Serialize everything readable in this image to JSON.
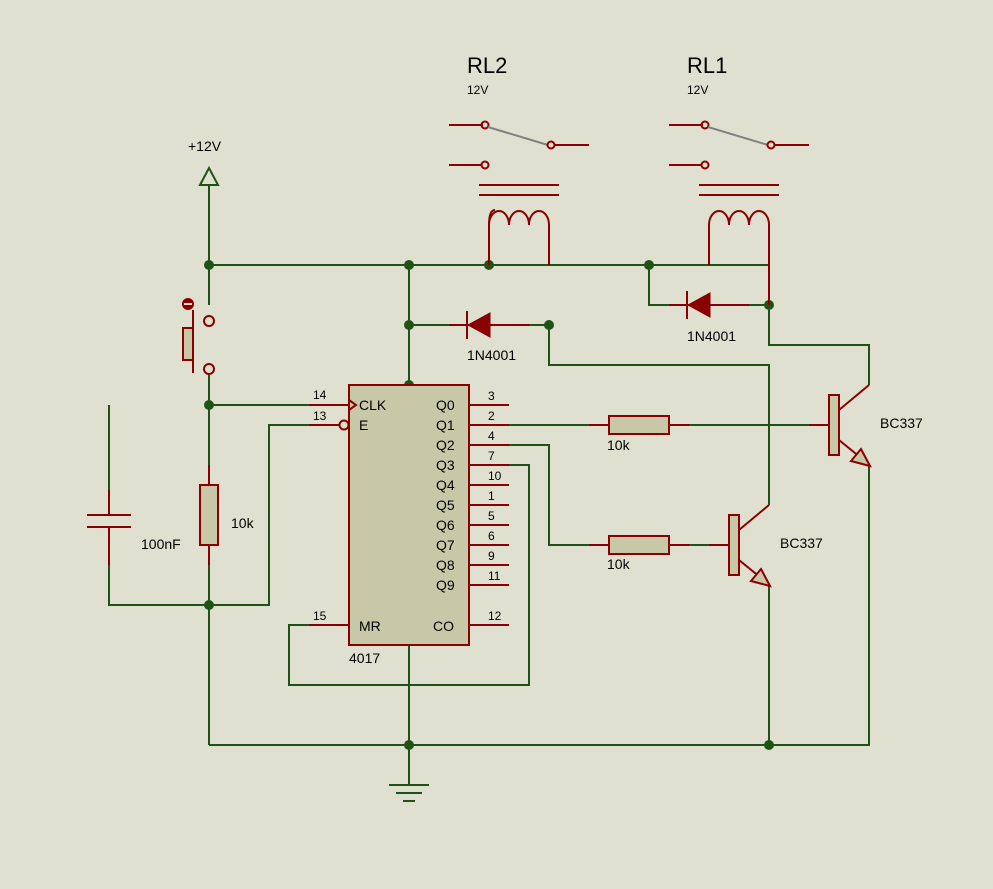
{
  "colors": {
    "background": "#dfe0d0",
    "wire": "#1f5316",
    "component": "#8a0000",
    "component_fill": "#c8c8a8",
    "relay_arm": "#808080"
  },
  "power": {
    "label": "+12V"
  },
  "relays": [
    {
      "name": "RL2",
      "voltage": "12V"
    },
    {
      "name": "RL1",
      "voltage": "12V"
    }
  ],
  "diodes": [
    {
      "part": "1N4001"
    },
    {
      "part": "1N4001"
    }
  ],
  "capacitor": {
    "value": "100nF"
  },
  "resistors": [
    {
      "value": "10k"
    },
    {
      "value": "10k"
    },
    {
      "value": "10k"
    }
  ],
  "transistors": [
    {
      "part": "BC337"
    },
    {
      "part": "BC337"
    }
  ],
  "ic": {
    "part": "4017",
    "left_pins": [
      {
        "num": "14",
        "name": "CLK"
      },
      {
        "num": "13",
        "name": "E"
      },
      {
        "num": "15",
        "name": "MR"
      }
    ],
    "right_pins": [
      {
        "num": "3",
        "name": "Q0"
      },
      {
        "num": "2",
        "name": "Q1"
      },
      {
        "num": "4",
        "name": "Q2"
      },
      {
        "num": "7",
        "name": "Q3"
      },
      {
        "num": "10",
        "name": "Q4"
      },
      {
        "num": "1",
        "name": "Q5"
      },
      {
        "num": "5",
        "name": "Q6"
      },
      {
        "num": "6",
        "name": "Q7"
      },
      {
        "num": "9",
        "name": "Q8"
      },
      {
        "num": "11",
        "name": "Q9"
      },
      {
        "num": "12",
        "name": "CO"
      }
    ]
  }
}
